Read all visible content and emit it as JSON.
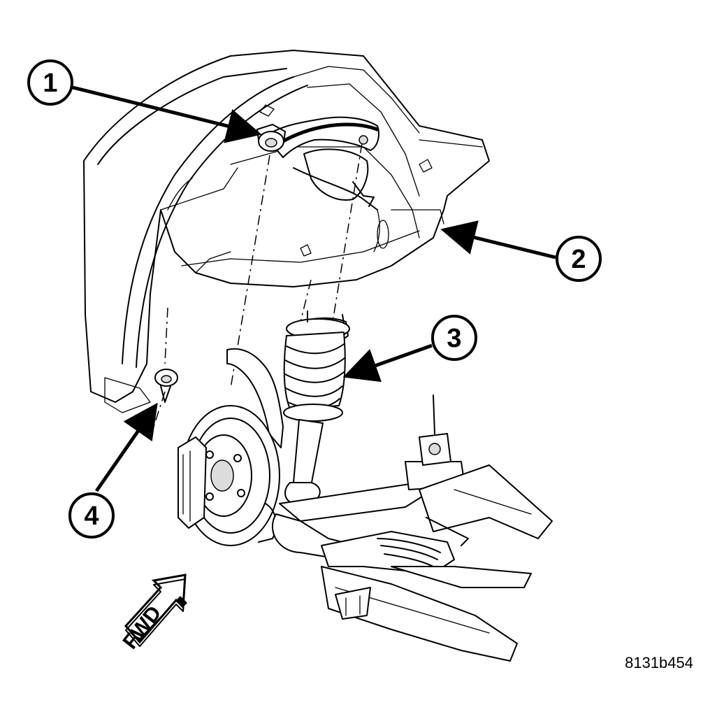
{
  "callouts": [
    {
      "label": "1"
    },
    {
      "label": "2"
    },
    {
      "label": "3"
    },
    {
      "label": "4"
    }
  ],
  "fwd_label": "FWD",
  "figure_code": "8131b454"
}
